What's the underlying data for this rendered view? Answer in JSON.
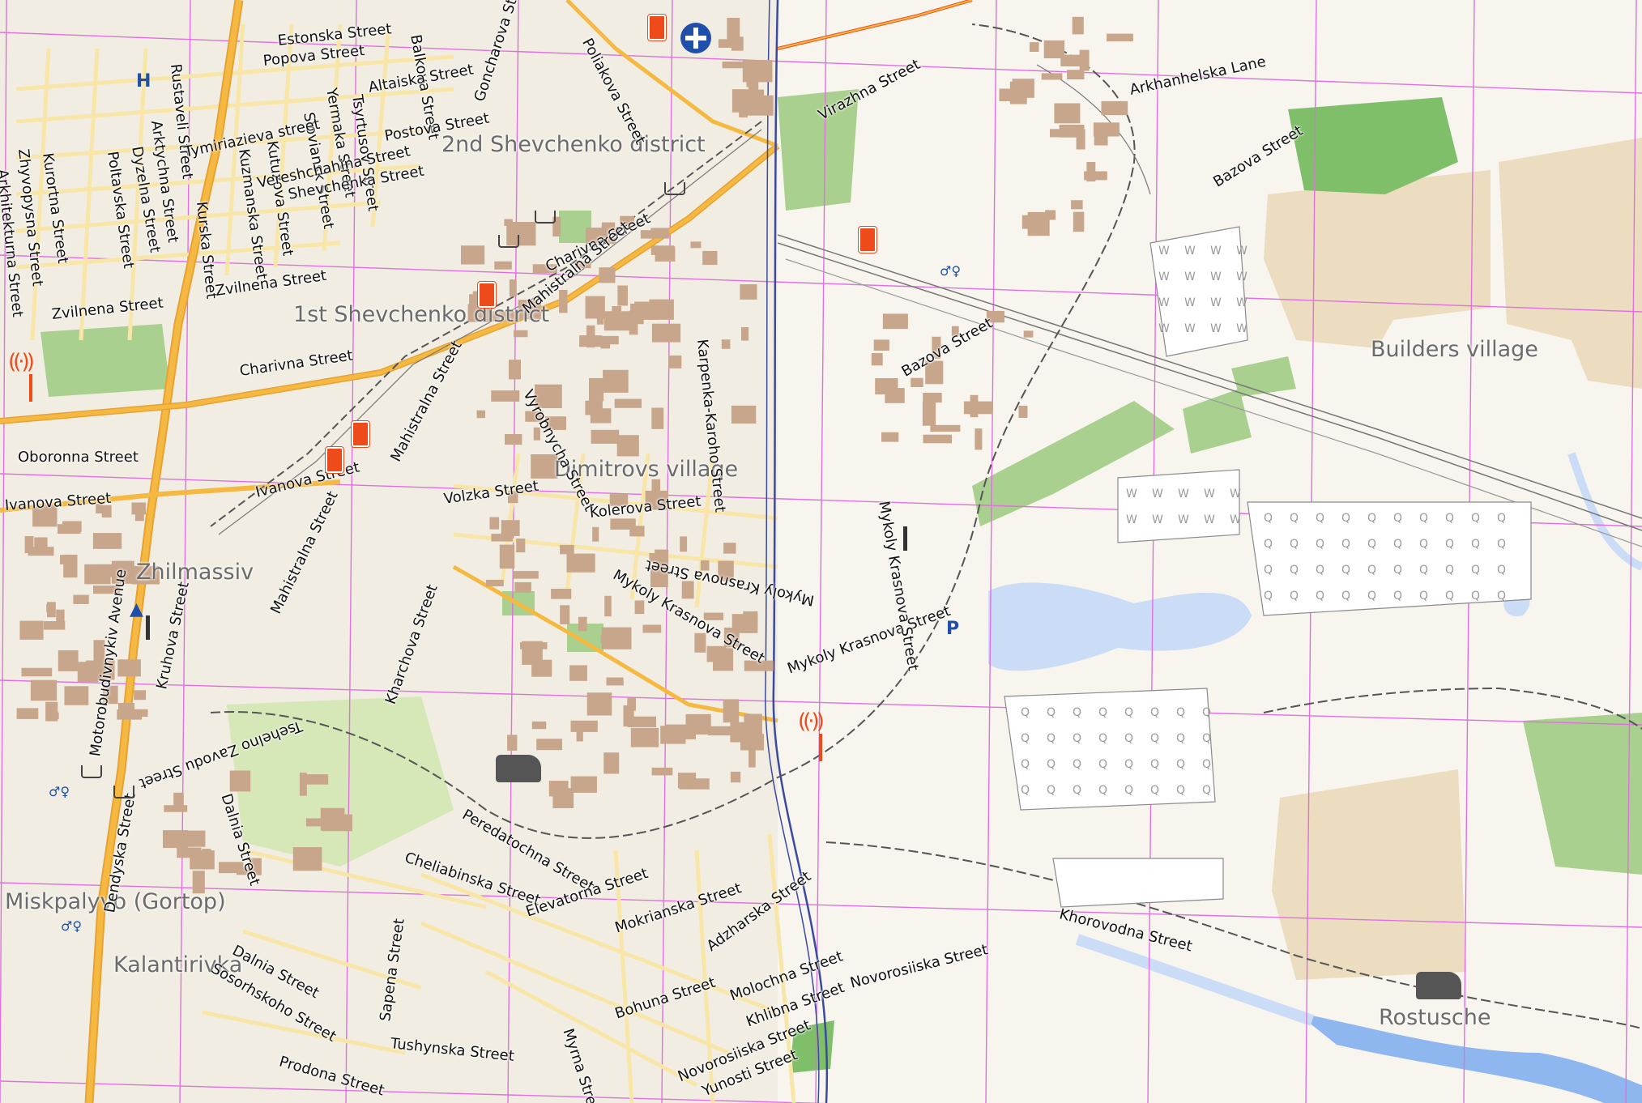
{
  "colors": {
    "background": "#f7f5ee",
    "grid": "#e070e0",
    "major_road": "#f5b942",
    "minor_road": "#f8e6a8",
    "building": "#c8a68c",
    "water": "#cbdcf7",
    "park": "#a9d08e",
    "sand": "#ecdcc0",
    "rail": "#555555",
    "poi_blue": "#1f4fa8",
    "poi_red": "#ef4a1a"
  },
  "districts": [
    {
      "name": "2nd Shevchenko district"
    },
    {
      "name": "1st Shevchenko district"
    },
    {
      "name": "Dimitrovs village"
    },
    {
      "name": "Builders village"
    },
    {
      "name": "Zhilmassiv"
    },
    {
      "name": "Miskpalyvo (Gortop)"
    },
    {
      "name": "Kalantirivka"
    },
    {
      "name": "Rostusche"
    }
  ],
  "streets": [
    {
      "name": "Estonska Street"
    },
    {
      "name": "Popova Street"
    },
    {
      "name": "Balkova Street"
    },
    {
      "name": "Altaiska Street"
    },
    {
      "name": "Tsyrtusov Street"
    },
    {
      "name": "Postova Street"
    },
    {
      "name": "Yermaka Street"
    },
    {
      "name": "Sloviansk Street"
    },
    {
      "name": "Rustaveli Street"
    },
    {
      "name": "Arktychna Street"
    },
    {
      "name": "Tymiriazieva street"
    },
    {
      "name": "Kurortna Street"
    },
    {
      "name": "Zhyvopysna Street"
    },
    {
      "name": "Arkhitekturna Street"
    },
    {
      "name": "Dyzelna Street"
    },
    {
      "name": "Poltavska Street"
    },
    {
      "name": "Kuzmanska Street"
    },
    {
      "name": "Kutuzova Street"
    },
    {
      "name": "Vereshchahina Street"
    },
    {
      "name": "Shevchenka Street"
    },
    {
      "name": "Kurska Street"
    },
    {
      "name": "Zvilnena Street"
    },
    {
      "name": "Goncharova Street"
    },
    {
      "name": "Poliakova Street"
    },
    {
      "name": "Charivna Street"
    },
    {
      "name": "Mahistralna Street"
    },
    {
      "name": "Zvilnena Street"
    },
    {
      "name": "Charivna Street"
    },
    {
      "name": "Oboronna Street"
    },
    {
      "name": "Mahistralna Street"
    },
    {
      "name": "Ivanova Street"
    },
    {
      "name": "Ivanova Street"
    },
    {
      "name": "Volzka Street"
    },
    {
      "name": "Vyrobnycha Street"
    },
    {
      "name": "Karpenka-Karoho Street"
    },
    {
      "name": "Kolerova Street"
    },
    {
      "name": "Mahistralna Street"
    },
    {
      "name": "Motorobudivnykiv Avenue"
    },
    {
      "name": "Kruhova Street"
    },
    {
      "name": "Kharchova Street"
    },
    {
      "name": "Mykoly Krasnova Street"
    },
    {
      "name": "Mykoly Krasnova Street"
    },
    {
      "name": "Mykoly Krasnova Street"
    },
    {
      "name": "Mykoly Krasnova Street"
    },
    {
      "name": "Tsehelno Zavodu Street"
    },
    {
      "name": "Dalnia Street"
    },
    {
      "name": "Peredatochna Street"
    },
    {
      "name": "Cheliabinska Street"
    },
    {
      "name": "Elevatorna Street"
    },
    {
      "name": "Mokrianska Street"
    },
    {
      "name": "Adzharska Street"
    },
    {
      "name": "Dendyska Street"
    },
    {
      "name": "Dalnia Street"
    },
    {
      "name": "Sosorhskoho Street"
    },
    {
      "name": "Sapena Street"
    },
    {
      "name": "Bohuna Street"
    },
    {
      "name": "Molochna Street"
    },
    {
      "name": "Khlibna Street"
    },
    {
      "name": "Novorosiiska Street"
    },
    {
      "name": "Novorosiiska Street"
    },
    {
      "name": "Yunosti Street"
    },
    {
      "name": "Tushynska Street"
    },
    {
      "name": "Myrna Street"
    },
    {
      "name": "Prodona Street"
    },
    {
      "name": "Virazhna Street"
    },
    {
      "name": "Arkhanhelska Lane"
    },
    {
      "name": "Bazova Street"
    },
    {
      "name": "Bazova Street"
    },
    {
      "name": "Khorovodna Street"
    }
  ],
  "pois": [
    {
      "icon": "fuel-station-icon"
    },
    {
      "icon": "fuel-station-icon"
    },
    {
      "icon": "fuel-station-icon"
    },
    {
      "icon": "fuel-station-icon"
    },
    {
      "icon": "fuel-station-icon"
    },
    {
      "icon": "hospital-cross-icon"
    },
    {
      "icon": "radio-tower-icon"
    },
    {
      "icon": "radio-tower-icon"
    },
    {
      "icon": "steam-locomotive-icon"
    },
    {
      "icon": "steam-locomotive-icon"
    },
    {
      "icon": "parking-icon",
      "text": "P"
    },
    {
      "icon": "toilets-icon"
    },
    {
      "icon": "toilets-icon"
    },
    {
      "icon": "toilets-icon"
    },
    {
      "icon": "hotel-icon",
      "text": "H"
    },
    {
      "icon": "shopping-cart-icon"
    },
    {
      "icon": "shopping-cart-icon"
    },
    {
      "icon": "shopping-cart-icon"
    },
    {
      "icon": "shopping-cart-icon"
    },
    {
      "icon": "shopping-cart-icon"
    },
    {
      "icon": "factory-chimney-icon"
    },
    {
      "icon": "factory-chimney-icon"
    },
    {
      "icon": "camping-tent-icon"
    }
  ]
}
